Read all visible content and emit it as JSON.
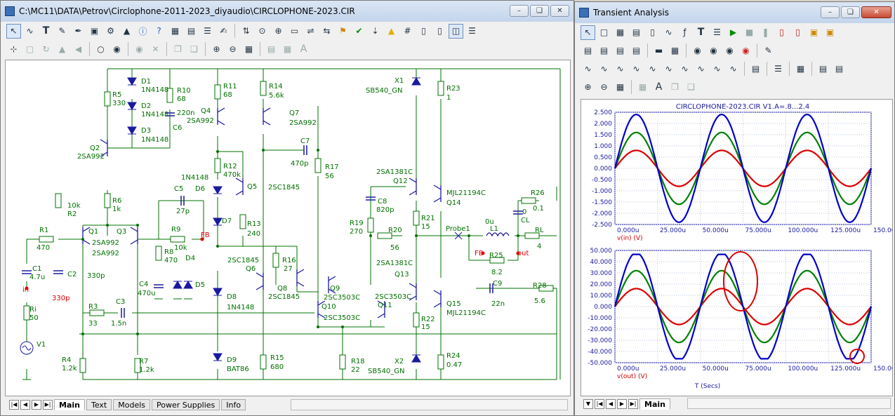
{
  "main_window": {
    "title": "C:\\MC11\\DATA\\Petrov\\Circlophone-2011-2023_diyaudio\\CIRCLOPHONE-2023.CIR",
    "tabs": [
      "Main",
      "Text",
      "Models",
      "Power Supplies",
      "Info"
    ]
  },
  "schematic": {
    "labels": [
      {
        "k": "D1",
        "t": "D1"
      },
      {
        "k": "D1v",
        "t": "1N4148"
      },
      {
        "k": "D2",
        "t": "D2"
      },
      {
        "k": "D2v",
        "t": "1N4148"
      },
      {
        "k": "D3",
        "t": "D3"
      },
      {
        "k": "D3v",
        "t": "1N4148"
      },
      {
        "k": "R5",
        "t": "R5"
      },
      {
        "k": "R5v",
        "t": "330"
      },
      {
        "k": "R10",
        "t": "R10"
      },
      {
        "k": "R10v",
        "t": "68"
      },
      {
        "k": "C6v",
        "t": "220n"
      },
      {
        "k": "C6",
        "t": "C6"
      },
      {
        "k": "Q2",
        "t": "Q2"
      },
      {
        "k": "Q2v",
        "t": "2SA992"
      },
      {
        "k": "R11",
        "t": "R11"
      },
      {
        "k": "R11v",
        "t": "68"
      },
      {
        "k": "Q4",
        "t": "Q4"
      },
      {
        "k": "Q4v",
        "t": "2SA992"
      },
      {
        "k": "R14",
        "t": "R14"
      },
      {
        "k": "R14v",
        "t": "5.6k"
      },
      {
        "k": "Q7",
        "t": "Q7"
      },
      {
        "k": "Q7v",
        "t": "2SA992"
      },
      {
        "k": "C7",
        "t": "C7"
      },
      {
        "k": "C7v",
        "t": "470p"
      },
      {
        "k": "R12",
        "t": "R12"
      },
      {
        "k": "R12v",
        "t": "470k"
      },
      {
        "k": "D6v",
        "t": "1N4148"
      },
      {
        "k": "D6",
        "t": "D6"
      },
      {
        "k": "Q5",
        "t": "Q5"
      },
      {
        "k": "R6",
        "t": "R6"
      },
      {
        "k": "R6v",
        "t": "1k"
      },
      {
        "k": "C5",
        "t": "C5"
      },
      {
        "k": "C5v",
        "t": "27p"
      },
      {
        "k": "R2v",
        "t": "10k"
      },
      {
        "k": "R2",
        "t": "R2"
      },
      {
        "k": "R1",
        "t": "R1"
      },
      {
        "k": "R1v",
        "t": "470"
      },
      {
        "k": "Q1",
        "t": "Q1"
      },
      {
        "k": "Q3",
        "t": "Q3"
      },
      {
        "k": "Q1v",
        "t": "2SA992"
      },
      {
        "k": "Q3v",
        "t": "2SA992"
      },
      {
        "k": "R9",
        "t": "R9"
      },
      {
        "k": "R9v",
        "t": "10k"
      },
      {
        "k": "FB1",
        "t": "FB"
      },
      {
        "k": "D7",
        "t": "D7"
      },
      {
        "k": "R13",
        "t": "R13"
      },
      {
        "k": "R13v",
        "t": "240"
      },
      {
        "k": "R8",
        "t": "R8"
      },
      {
        "k": "R8v",
        "t": "470"
      },
      {
        "k": "D4",
        "t": "D4"
      },
      {
        "k": "C2",
        "t": "C2"
      },
      {
        "k": "C2v",
        "t": "330p"
      },
      {
        "k": "C1",
        "t": "C1"
      },
      {
        "k": "C1v",
        "t": "4.7u"
      },
      {
        "k": "C4",
        "t": "C4"
      },
      {
        "k": "C4v",
        "t": "470u"
      },
      {
        "k": "D5",
        "t": "D5"
      },
      {
        "k": "Q6v",
        "t": "2SC1845"
      },
      {
        "k": "Q6",
        "t": "Q6"
      },
      {
        "k": "R16",
        "t": "R16"
      },
      {
        "k": "R16v",
        "t": "27"
      },
      {
        "k": "Q8",
        "t": "Q8"
      },
      {
        "k": "Q8v",
        "t": "2SC1845"
      },
      {
        "k": "Q7bv",
        "t": "2SC1845"
      },
      {
        "k": "in",
        "t": "in"
      },
      {
        "k": "C330",
        "t": "330p"
      },
      {
        "k": "Ri",
        "t": "Ri"
      },
      {
        "k": "Riv",
        "t": "50"
      },
      {
        "k": "R3",
        "t": "R3"
      },
      {
        "k": "R3v",
        "t": "33"
      },
      {
        "k": "C3",
        "t": "C3"
      },
      {
        "k": "C3v",
        "t": "1.5n"
      },
      {
        "k": "D8",
        "t": "D8"
      },
      {
        "k": "D8v",
        "t": "1N4148"
      },
      {
        "k": "V1",
        "t": "V1"
      },
      {
        "k": "R4",
        "t": "R4"
      },
      {
        "k": "R4v",
        "t": "1.2k"
      },
      {
        "k": "R7",
        "t": "R7"
      },
      {
        "k": "R7v",
        "t": "1.2k"
      },
      {
        "k": "D9",
        "t": "D9"
      },
      {
        "k": "D9v",
        "t": "BAT86"
      },
      {
        "k": "R15",
        "t": "R15"
      },
      {
        "k": "R15v",
        "t": "680"
      },
      {
        "k": "R17",
        "t": "R17"
      },
      {
        "k": "R17v",
        "t": "56"
      },
      {
        "k": "X1",
        "t": "X1"
      },
      {
        "k": "X1v",
        "t": "SB540_GN"
      },
      {
        "k": "R23",
        "t": "R23"
      },
      {
        "k": "R23v",
        "t": "1"
      },
      {
        "k": "Q12v",
        "t": "2SA1381C"
      },
      {
        "k": "Q12",
        "t": "Q12"
      },
      {
        "k": "Q14v",
        "t": "MJL21194C"
      },
      {
        "k": "Q14",
        "t": "Q14"
      },
      {
        "k": "C8",
        "t": "C8"
      },
      {
        "k": "C8v",
        "t": "820p"
      },
      {
        "k": "R19",
        "t": "R19"
      },
      {
        "k": "R19v",
        "t": "270"
      },
      {
        "k": "R21",
        "t": "R21"
      },
      {
        "k": "R21v",
        "t": "15"
      },
      {
        "k": "R20",
        "t": "R20"
      },
      {
        "k": "R20v",
        "t": "56"
      },
      {
        "k": "Probe1",
        "t": "Probe1"
      },
      {
        "k": "L1v",
        "t": "0u"
      },
      {
        "k": "L1",
        "t": "L1"
      },
      {
        "k": "FB2",
        "t": "FB"
      },
      {
        "k": "R25",
        "t": "R25"
      },
      {
        "k": "R25v",
        "t": "8.2"
      },
      {
        "k": "out",
        "t": "out"
      },
      {
        "k": "C9",
        "t": "C9"
      },
      {
        "k": "C9v",
        "t": "22n"
      },
      {
        "k": "R26",
        "t": "R26"
      },
      {
        "k": "R26v",
        "t": "0.1"
      },
      {
        "k": "CLv",
        "t": "0"
      },
      {
        "k": "CL",
        "t": "CL"
      },
      {
        "k": "RL",
        "t": "RL"
      },
      {
        "k": "RLv",
        "t": "4"
      },
      {
        "k": "R28",
        "t": "R28"
      },
      {
        "k": "R28v",
        "t": "5.6"
      },
      {
        "k": "Q13v",
        "t": "2SA1381C"
      },
      {
        "k": "Q13",
        "t": "Q13"
      },
      {
        "k": "Q9",
        "t": "Q9"
      },
      {
        "k": "Q10",
        "t": "Q10"
      },
      {
        "k": "Q9v",
        "t": "2SC3503C"
      },
      {
        "k": "Q10v",
        "t": "2SC3503C"
      },
      {
        "k": "Q11",
        "t": "Q11"
      },
      {
        "k": "Q11v",
        "t": "2SC3503C"
      },
      {
        "k": "Q15",
        "t": "Q15"
      },
      {
        "k": "Q15v",
        "t": "MJL21194C"
      },
      {
        "k": "R22",
        "t": "R22"
      },
      {
        "k": "R22v",
        "t": "15"
      },
      {
        "k": "X2",
        "t": "X2"
      },
      {
        "k": "X2v",
        "t": "SB540_GN"
      },
      {
        "k": "R24",
        "t": "R24"
      },
      {
        "k": "R24v",
        "t": "0.47"
      },
      {
        "k": "R18",
        "t": "R18"
      },
      {
        "k": "R18v",
        "t": "22"
      }
    ]
  },
  "analysis_window": {
    "title": "Transient Analysis",
    "tabs": [
      "Main"
    ],
    "plot_title": "CIRCLOPHONE-2023.CIR V1.A=.8...2.4",
    "x_axis_label": "T (Secs)"
  },
  "chart_data": [
    {
      "type": "line",
      "ylabel": "v(in) (V)",
      "ylim": [
        -2.5,
        2.5
      ],
      "yticks": [
        "2.500",
        "2.000",
        "1.500",
        "1.000",
        "0.500",
        "0.000",
        "-0.500",
        "-1.000",
        "-1.500",
        "-2.000",
        "-2.500"
      ],
      "xticks": [
        "0.000u",
        "25.000u",
        "50.000u",
        "75.000u",
        "100.000u",
        "125.000u",
        "150.000u"
      ],
      "xlim": [
        0,
        150
      ],
      "series": [
        {
          "amplitude": 0.8,
          "color": "#dd0000"
        },
        {
          "amplitude": 1.6,
          "color": "#008000"
        },
        {
          "amplitude": 2.4,
          "color": "#0000cc"
        }
      ],
      "period_us": 50
    },
    {
      "type": "line",
      "ylabel": "v(out) (V)",
      "ylim": [
        -50,
        50
      ],
      "yticks": [
        "50.000",
        "40.000",
        "30.000",
        "20.000",
        "10.000",
        "0.000",
        "-10.000",
        "-20.000",
        "-30.000",
        "-40.000",
        "-50.000"
      ],
      "xticks": [
        "0.000u",
        "25.000u",
        "50.000u",
        "75.000u",
        "100.000u",
        "125.000u",
        "150.000u"
      ],
      "xlim": [
        0,
        150
      ],
      "series": [
        {
          "amplitude": 16,
          "color": "#dd0000"
        },
        {
          "amplitude": 32,
          "color": "#008000"
        },
        {
          "amplitude": 48,
          "clip": 46.5,
          "color": "#0000cc"
        }
      ],
      "period_us": 50
    }
  ]
}
